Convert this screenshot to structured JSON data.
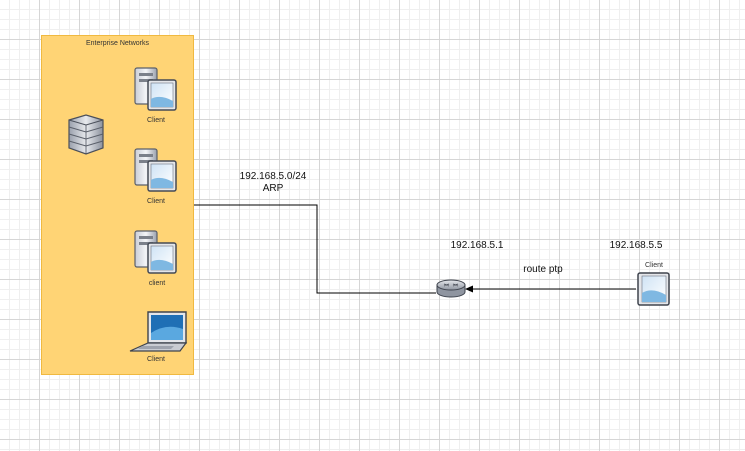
{
  "colors": {
    "group_fill": "#FFD475",
    "group_border": "#F0B940",
    "line": "#000000"
  },
  "group": {
    "title": "Enterprise Networks"
  },
  "nodes": {
    "client1": {
      "label": "Client",
      "icon": "desktop-pc-icon"
    },
    "server": {
      "icon": "server-stack-icon"
    },
    "client2": {
      "label": "Client",
      "icon": "desktop-pc-icon"
    },
    "client3": {
      "label": "client",
      "icon": "desktop-pc-icon"
    },
    "laptop": {
      "label": "Client",
      "icon": "laptop-icon"
    },
    "router": {
      "icon": "router-icon"
    },
    "remote_client": {
      "label": "Client",
      "icon": "monitor-icon"
    }
  },
  "links": {
    "subnet_label": "192.168.5.0/24",
    "protocol_label": "ARP",
    "gateway_ip": "192.168.5.1",
    "route_label": "route ptp",
    "client_ip": "192.168.5.5"
  }
}
